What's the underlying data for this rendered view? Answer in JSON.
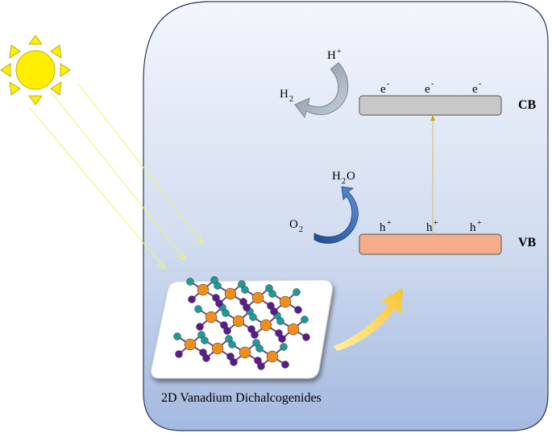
{
  "bands": {
    "cb_label": "CB",
    "vb_label": "VB",
    "cb_fill": "#c8c8c8",
    "vb_fill": "#f3ad8a"
  },
  "carriers": {
    "electron_base": "e",
    "electron_sup": "-",
    "hole_base": "h",
    "hole_sup": "+"
  },
  "reactions": {
    "h_plus_base": "H",
    "h_plus_sup": "+",
    "h2_base": "H",
    "h2_sub": "2",
    "h2o_h": "H",
    "h2o_sub": "2",
    "h2o_o": "O",
    "o2_base": "O",
    "o2_sub": "2"
  },
  "caption": "2D Vanadium Dichalcogenides",
  "colors": {
    "panel_top": "#f1f4fb",
    "panel_bottom": "#a7bde1",
    "sun": "#ffee00",
    "sun_outline": "#b8a800",
    "rays": "#f5f26a",
    "arrow_gold": "#fdd64a",
    "vanadium": "#ee8f1c",
    "chalcogen_teal": "#1e9a9a",
    "chalcogen_purple": "#5a1c8c"
  },
  "icons": [
    "sun-icon",
    "curved-arrow-gray",
    "curved-arrow-blue",
    "gold-arrow",
    "crystal-lattice"
  ]
}
